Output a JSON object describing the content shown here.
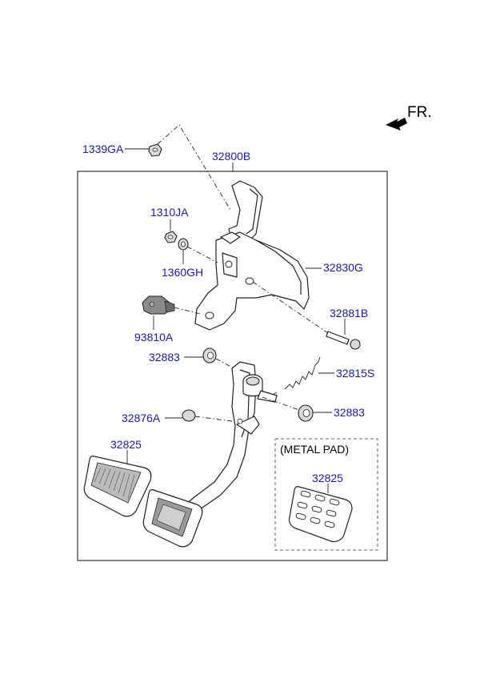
{
  "direction": {
    "label": "FR."
  },
  "inset": {
    "title": "(METAL PAD)"
  },
  "parts": {
    "p1339GA": "1339GA",
    "p32800B": "32800B",
    "p1310JA": "1310JA",
    "p1360GH": "1360GH",
    "p32830G": "32830G",
    "p93810A": "93810A",
    "p32881B": "32881B",
    "p32883_left": "32883",
    "p32815S": "32815S",
    "p32876A": "32876A",
    "p32883_right": "32883",
    "p32825_pad": "32825",
    "p32825_metal": "32825"
  },
  "colors": {
    "label": "#1a1aa8",
    "line": "#222222"
  }
}
